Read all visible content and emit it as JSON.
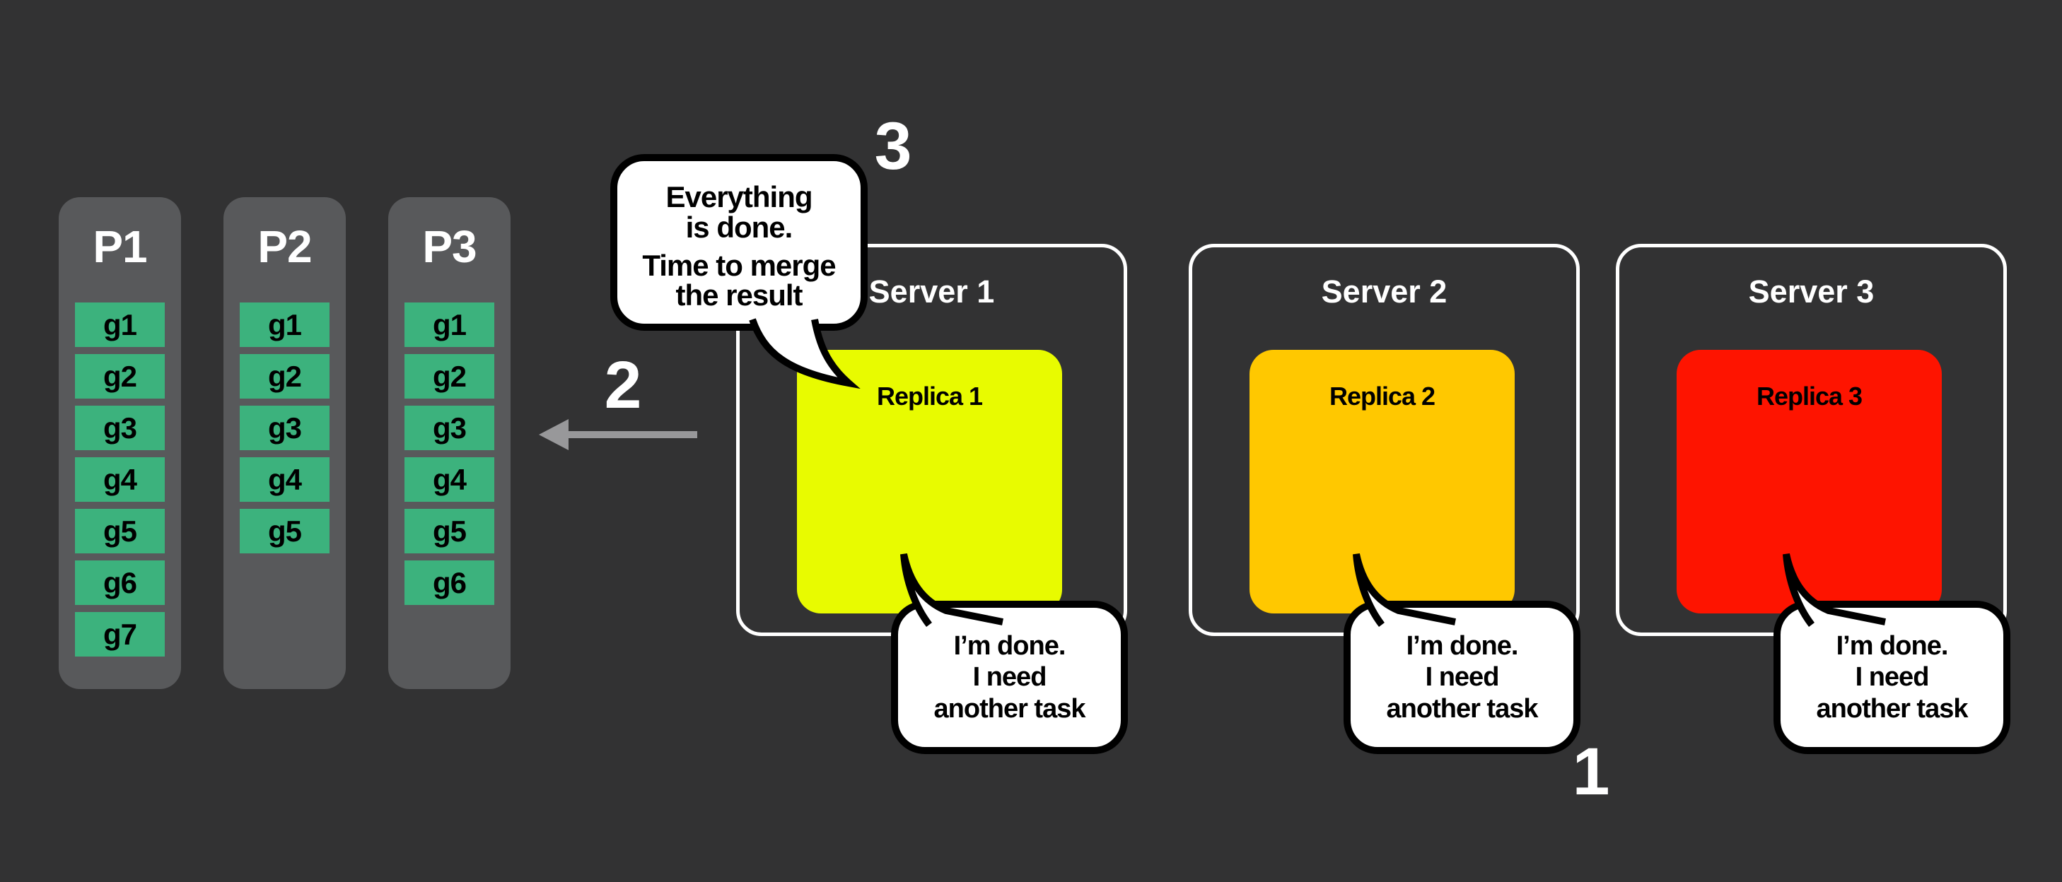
{
  "diagram": {
    "background": "#323233",
    "column_color": "#58595b",
    "task_color": "#3cb27d",
    "server_border_color": "#ffffff",
    "arrow_color": "#98989a"
  },
  "partitions": [
    {
      "label": "P1",
      "tasks": [
        "g1",
        "g2",
        "g3",
        "g4",
        "g5",
        "g6",
        "g7"
      ]
    },
    {
      "label": "P2",
      "tasks": [
        "g1",
        "g2",
        "g3",
        "g4",
        "g5"
      ]
    },
    {
      "label": "P3",
      "tasks": [
        "g1",
        "g2",
        "g3",
        "g4",
        "g5",
        "g6"
      ]
    }
  ],
  "servers": [
    {
      "label": "Server 1",
      "replica_label": "Replica 1",
      "replica_color": "#e8fb00"
    },
    {
      "label": "Server 2",
      "replica_label": "Replica 2",
      "replica_color": "#ffc800"
    },
    {
      "label": "Server 3",
      "replica_label": "Replica 3",
      "replica_color": "#fe1400"
    }
  ],
  "merge_bubble": {
    "line1": "Everything",
    "line2": "is done.",
    "line3": "Time to merge",
    "line4": "the result"
  },
  "worker_bubble": {
    "line1": "I’m done.",
    "line2": "I need",
    "line3": "another task"
  },
  "steps": {
    "step1": "1",
    "step2": "2",
    "step3": "3"
  }
}
